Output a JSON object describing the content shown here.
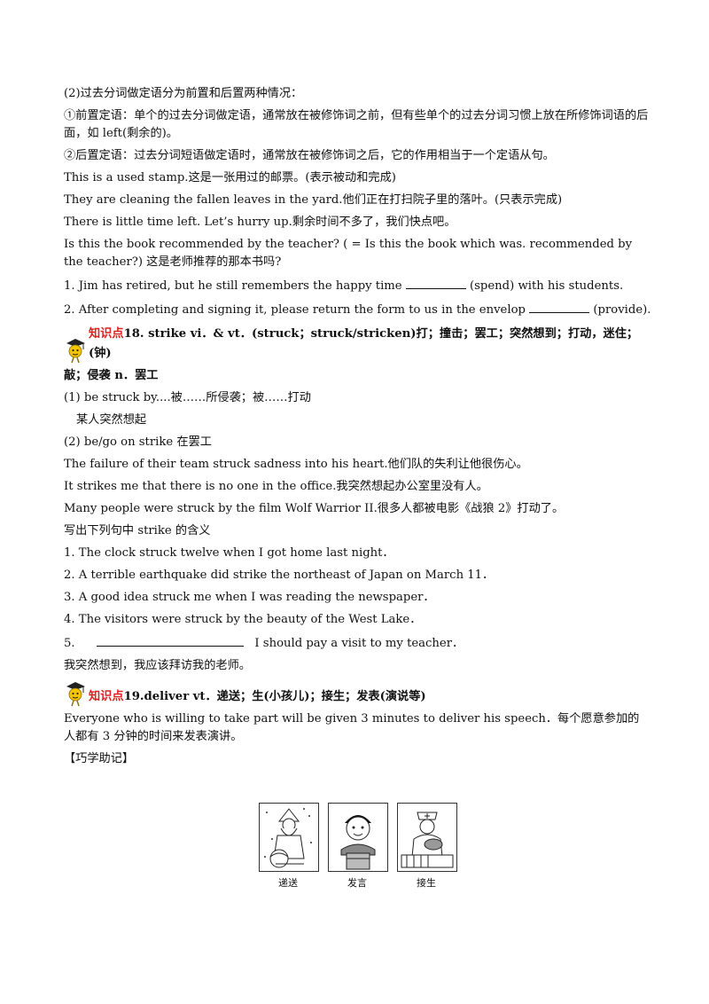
{
  "lines": {
    "l1": "(2)过去分词做定语分为前置和后置两种情况：",
    "l2": "①前置定语：单个的过去分词做定语，通常放在被修饰词之前，但有些单个的过去分词习惯上放在所修饰词语的后面，如 left(剩余的)。",
    "l3": "②后置定语：过去分词短语做定语时，通常放在被修饰词之后，它的作用相当于一个定语从句。",
    "l4": "This is a used stamp.这是一张用过的邮票。(表示被动和完成)",
    "l5": "They are cleaning the fallen leaves in the yard.他们正在打扫院子里的落叶。(只表示完成)",
    "l6": "There is little time left. Let’s hurry up.剩余时间不多了，我们快点吧。",
    "l7": "Is this the book recommended by the teacher? ( = Is this the book which was. recommended by the teacher?)  这是老师推荐的那本书吗?",
    "q1_pre": "1. Jim has retired, but he still remembers the happy time",
    "q1_post": "(spend) with his students.",
    "q2_pre": "2. After completing and signing it, please return the form to us in the envelop",
    "q2_post": "(provide)."
  },
  "kp18": {
    "tag": "知识点",
    "head": "18. strike   vi．& vt．(struck；struck/stricken)打；撞击；罢工；突然想到；打动，迷住；(钟)",
    "head2": "敲；侵袭   n．罢工",
    "lines": [
      "(1) be struck by....被……所侵袭；被……打动",
      "某人突然想起",
      "(2) be/go on strike  在罢工",
      "The failure of their team struck sadness into his heart.他们队的失利让他很伤心。",
      "It strikes me that there is no one in the office.我突然想起办公室里没有人。",
      "Many people were struck by the film Wolf Warrior II.很多人都被电影《战狼 2》打动了。",
      "写出下列句中 strike 的含义",
      "1. The clock struck twelve when I got home last night．",
      "2. A terrible earthquake did strike the northeast of Japan on March 11．",
      "3. A good idea struck me when I was reading the newspaper．",
      "4. The visitors were struck by the beauty of the West Lake．"
    ],
    "q5_pre": "5.",
    "q5_post": "I should pay a visit to my teacher．",
    "q5_cn": "我突然想到，我应该拜访我的老师。"
  },
  "kp19": {
    "tag": "知识点",
    "head": "19.deliver   vt．递送；生(小孩儿)；接生；发表(演说等)",
    "example": "Everyone who is willing to take part will be given 3 minutes to deliver his speech．每个愿意参加的人都有 3 分钟的时间来发表演讲。",
    "memo": "【巧学助记】",
    "captions": [
      "递送",
      "发言",
      "接生"
    ]
  },
  "colors": {
    "tag_red": "#e02020",
    "mascot_yellow": "#f5c400"
  },
  "icons": [
    "mascot-graduate-icon"
  ]
}
